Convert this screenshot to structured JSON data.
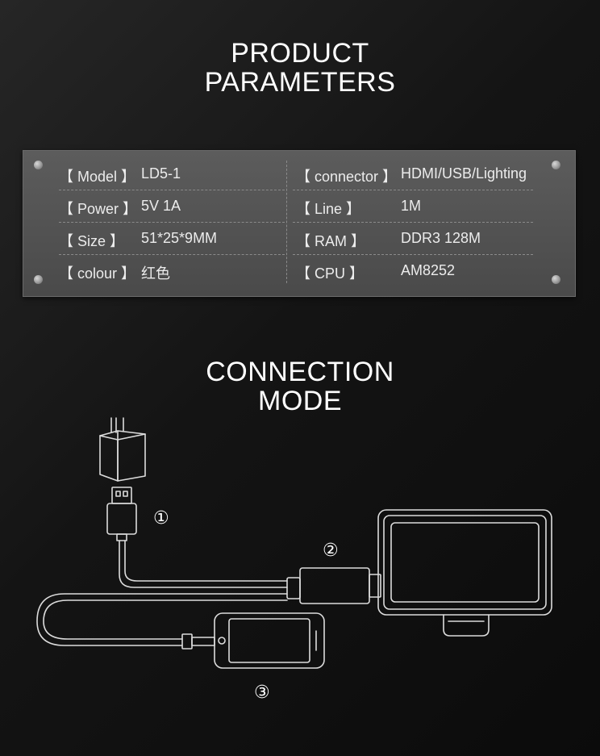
{
  "titles": {
    "params_line1": "PRODUCT",
    "params_line2": "PARAMETERS",
    "conn_line1": "CONNECTION",
    "conn_line2": "MODE"
  },
  "params": {
    "left": [
      {
        "label": "【 Model 】",
        "value": "LD5-1"
      },
      {
        "label": "【 Power 】",
        "value": "5V 1A"
      },
      {
        "label": "【 Size 】",
        "value": "51*25*9MM"
      },
      {
        "label": "【 colour 】",
        "value": "红色"
      }
    ],
    "right": [
      {
        "label": "【 connector 】",
        "value": "HDMI/USB/Lighting"
      },
      {
        "label": "【 Line 】",
        "value": "1M"
      },
      {
        "label": "【 RAM 】",
        "value": "DDR3 128M"
      },
      {
        "label": "【 CPU 】",
        "value": "AM8252"
      }
    ]
  },
  "steps": {
    "one": "①",
    "two": "②",
    "three": "③"
  },
  "colors": {
    "background": "#141414",
    "panel": "#525252",
    "line_art": "#dcdcdc"
  },
  "icons": [
    "power-adapter-icon",
    "usb-plug-icon",
    "hdmi-dongle-icon",
    "monitor-icon",
    "smartphone-icon"
  ]
}
